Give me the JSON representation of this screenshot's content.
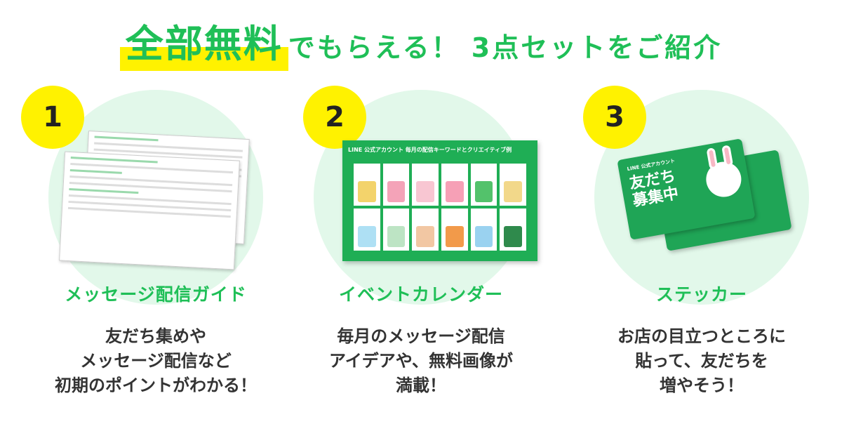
{
  "title": {
    "highlight": "全部無料",
    "rest": "でもらえる！ 3点セットをご紹介"
  },
  "items": [
    {
      "number": "1",
      "label": "メッセージ配信ガイド",
      "desc": [
        "友だち集めや",
        "メッセージ配信など",
        "初期のポイントがわかる！"
      ]
    },
    {
      "number": "2",
      "label": "イベントカレンダー",
      "desc": [
        "毎月のメッセージ配信",
        "アイデアや、無料画像が",
        "満載！"
      ],
      "calendar_title": "LINE 公式アカウント 毎月の配信キーワードとクリエイティブ例"
    },
    {
      "number": "3",
      "label": "ステッカー",
      "desc": [
        "お店の目立つところに",
        "貼って、友だちを",
        "増やそう！"
      ],
      "sticker": {
        "small": "LINE 公式アカウント",
        "big": [
          "友だち",
          "募集中"
        ]
      }
    }
  ],
  "colors": {
    "green": "#1fbf57",
    "yellow": "#fff200",
    "mint": "#e2f8ea"
  }
}
